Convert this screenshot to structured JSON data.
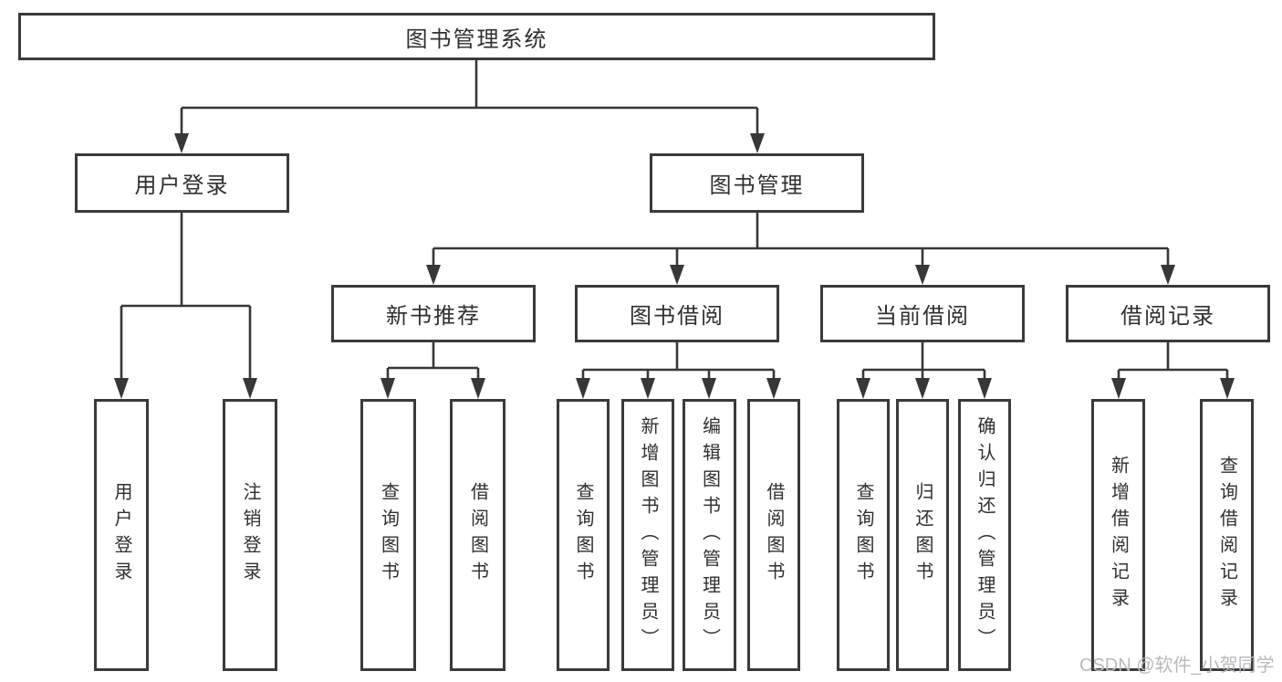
{
  "page": {
    "background": "#ffffff",
    "watermark": "CSDN @软件_小贺同学",
    "watermark_color": "#b7b9bc"
  },
  "colors": {
    "line": "#373737",
    "box_border": "#3a3a3a",
    "text": "#2f2f2f"
  },
  "nodes": {
    "root": {
      "label": "图书管理系统"
    },
    "level2": [
      {
        "label": "用户登录"
      },
      {
        "label": "图书管理"
      }
    ],
    "level3": [
      {
        "label": "新书推荐"
      },
      {
        "label": "图书借阅"
      },
      {
        "label": "当前借阅"
      },
      {
        "label": "借阅记录"
      }
    ],
    "leaves": [
      {
        "label": "用户登录"
      },
      {
        "label": "注销登录"
      },
      {
        "label": "查询图书"
      },
      {
        "label": "借阅图书"
      },
      {
        "label": "查询图书"
      },
      {
        "label": "新增图书（管理员）"
      },
      {
        "label": "编辑图书（管理员）"
      },
      {
        "label": "借阅图书"
      },
      {
        "label": "查询图书"
      },
      {
        "label": "归还图书"
      },
      {
        "label": "确认归还（管理员）"
      },
      {
        "label": "新增借阅记录"
      },
      {
        "label": "查询借阅记录"
      }
    ]
  },
  "tree": {
    "图书管理系统": {
      "用户登录": [
        "用户登录",
        "注销登录"
      ],
      "图书管理": {
        "新书推荐": [
          "查询图书",
          "借阅图书"
        ],
        "图书借阅": [
          "查询图书",
          "新增图书（管理员）",
          "编辑图书（管理员）",
          "借阅图书"
        ],
        "当前借阅": [
          "查询图书",
          "归还图书",
          "确认归还（管理员）"
        ],
        "借阅记录": [
          "新增借阅记录",
          "查询借阅记录"
        ]
      }
    }
  }
}
